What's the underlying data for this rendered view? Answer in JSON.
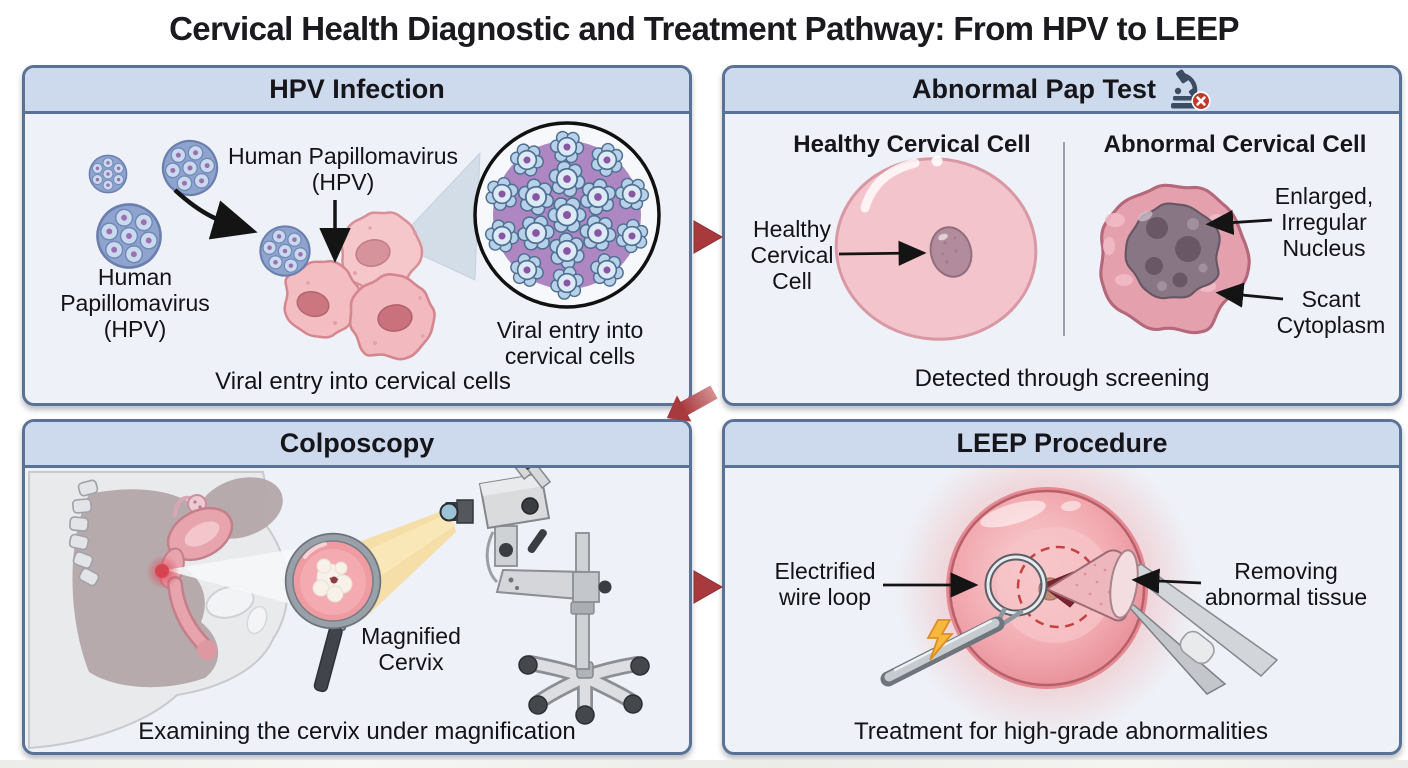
{
  "title": "Cervical Health Diagnostic and Treatment Pathway: From HPV to LEEP",
  "colors": {
    "panel_border": "#5a7296",
    "panel_header_bg": "#cddaed",
    "panel_body_bg": "#eef1f7",
    "flow_arrow_red": "#a8393d",
    "virus_blue": "#8ea4cf",
    "cell_pink": "#f3c0c6",
    "abnormal_cell_pink": "#e5a0ae",
    "abnormal_nucleus_gray": "#887684",
    "beam_yellow": "#f6da93",
    "badge_red": "#c0392b"
  },
  "panels": {
    "hpv": {
      "header": "HPV Infection",
      "label_left": [
        "Human",
        "Papillomavirus",
        "(HPV)"
      ],
      "label_top": [
        "Human Papillomavirus",
        "(HPV)"
      ],
      "zoom_label": [
        "Viral entry into",
        "cervical cells"
      ],
      "caption": "Viral entry into cervical cells"
    },
    "pap": {
      "header": "Abnormal Pap Test",
      "icon": "microscope-x-icon",
      "healthy_heading": "Healthy Cervical Cell",
      "abnormal_heading": "Abnormal Cervical Cell",
      "healthy_label": [
        "Healthy",
        "Cervical",
        "Cell"
      ],
      "abnormal_label_nucleus": [
        "Enlarged,",
        "Irregular",
        "Nucleus"
      ],
      "abnormal_label_cytoplasm": [
        "Scant",
        "Cytoplasm"
      ],
      "caption": "Detected through screening"
    },
    "colposcopy": {
      "header": "Colposcopy",
      "magnified_label": [
        "Magnified",
        "Cervix"
      ],
      "caption": "Examining the cervix under magnification"
    },
    "leep": {
      "header": "LEEP Procedure",
      "label_left": [
        "Electrified",
        "wire loop"
      ],
      "label_right": [
        "Removing",
        "abnormal tissue"
      ],
      "caption": "Treatment for high-grade abnormalities"
    }
  }
}
